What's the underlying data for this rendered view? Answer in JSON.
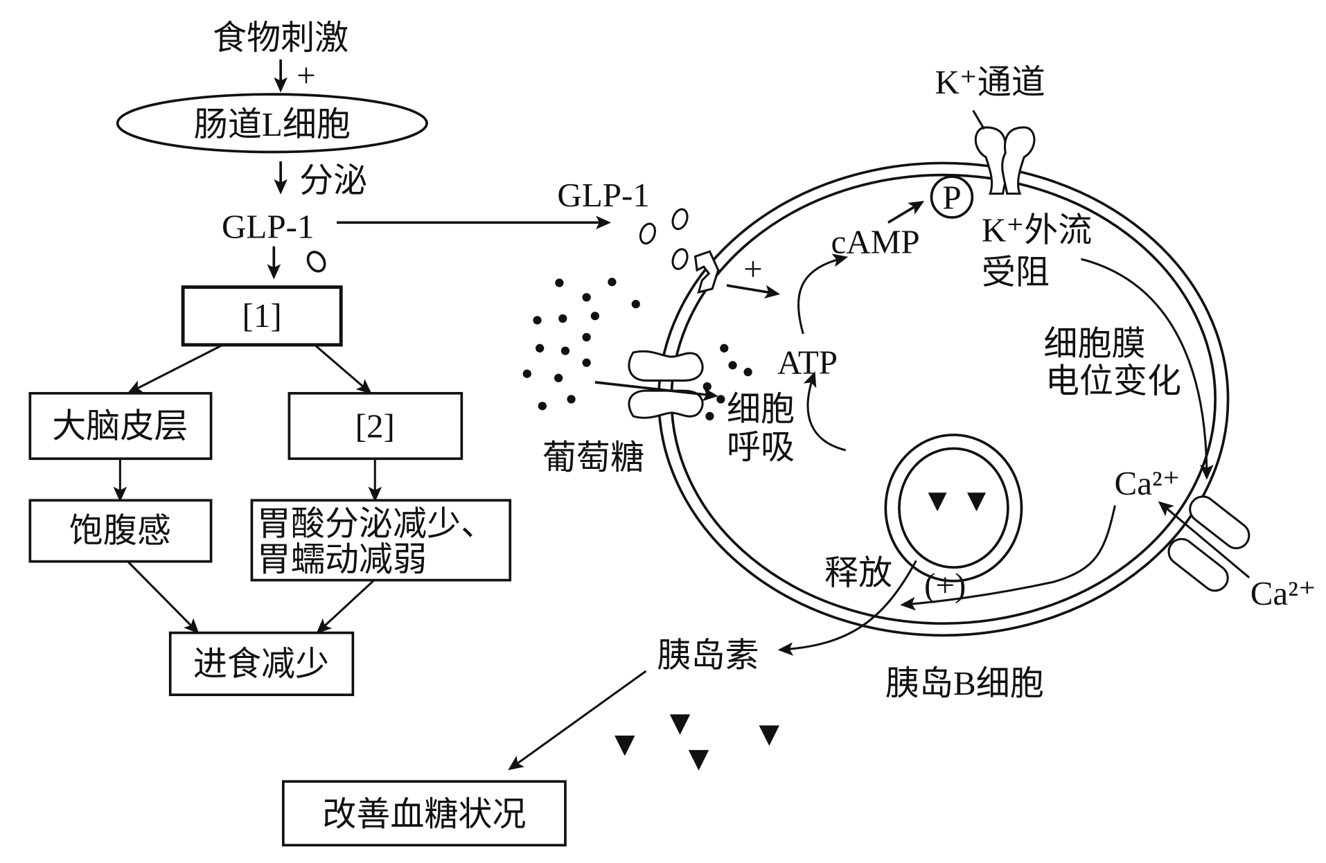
{
  "left_flow": {
    "stimulus": "食物刺激",
    "stimulus_sign": "+",
    "l_cell": "肠道L细胞",
    "secrete": "分泌",
    "glp1": "GLP-1",
    "box1": "[1]",
    "cortex": "大脑皮层",
    "box2": "[2]",
    "satiety": "饱腹感",
    "gastric_line1": "胃酸分泌减少、",
    "gastric_line2": "胃蠕动减弱",
    "eat_less": "进食减少",
    "improve": "改善血糖状况"
  },
  "cell": {
    "glp1": "GLP-1",
    "receptor_sign": "+",
    "k_channel": "K⁺通道",
    "p": "P",
    "camp": "cAMP",
    "k_block_line1": "K⁺外流",
    "k_block_line2": "受阻",
    "atp": "ATP",
    "resp_line1": "细胞",
    "resp_line2": "呼吸",
    "glucose": "葡萄糖",
    "potential_line1": "细胞膜",
    "potential_line2": "电位变化",
    "ca_in": "Ca²⁺",
    "ca_out": "Ca²⁺",
    "release": "释放",
    "release_sign": "(+)",
    "insulin": "胰岛素",
    "cell_name": "胰岛B细胞"
  }
}
